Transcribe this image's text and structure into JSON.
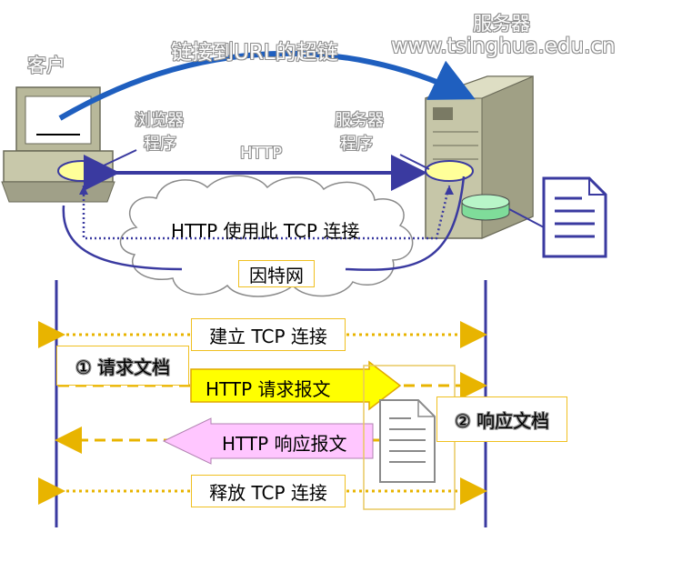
{
  "labels": {
    "client": "客户",
    "server": "服务器",
    "hyperlink": "链接到URL的超链",
    "url": "www.tsinghua.edu.cn",
    "browser_line1": "浏览器",
    "browser_line2": "程序",
    "server_prog_line1": "服务器",
    "server_prog_line2": "程序",
    "http": "HTTP",
    "tcp_use": "HTTP 使用此 TCP 连接",
    "internet": "因特网"
  },
  "timeline": {
    "establish": "建立 TCP 连接",
    "request_doc": "① 请求文档",
    "http_request": "HTTP 请求报文",
    "respond_doc": "② 响应文档",
    "http_response": "HTTP 响应报文",
    "release": "释放 TCP 连接"
  },
  "colors": {
    "arrow_blue": "#1f5fbf",
    "link_navy": "#3a3aa0",
    "dotted_gold": "#e8b400",
    "request_fill": "#ffff00",
    "response_fill": "#ffc6ff",
    "box_border": "#f0c020"
  }
}
